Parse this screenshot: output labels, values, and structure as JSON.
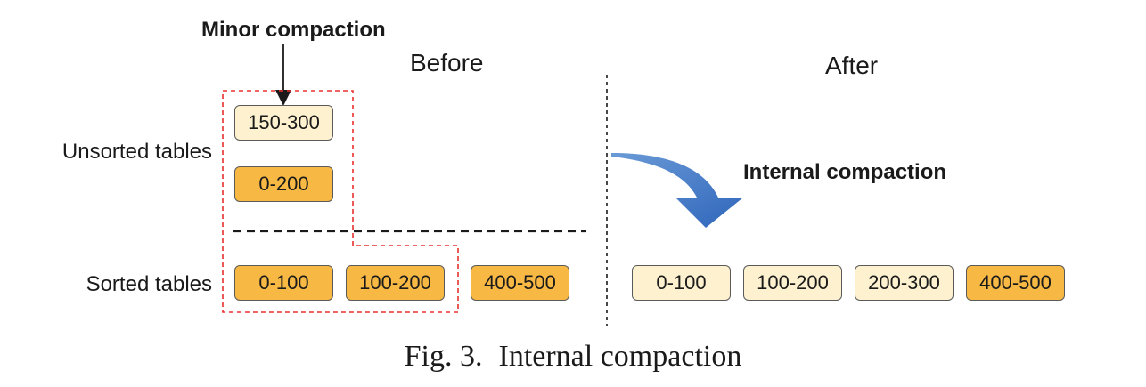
{
  "labels": {
    "minor_compaction": "Minor compaction",
    "before": "Before",
    "after": "After",
    "internal_compaction": "Internal compaction",
    "unsorted_tables": "Unsorted tables",
    "sorted_tables": "Sorted tables"
  },
  "before": {
    "unsorted": [
      "150-300",
      "0-200"
    ],
    "sorted": [
      "0-100",
      "100-200",
      "400-500"
    ]
  },
  "after": {
    "sorted": [
      "0-100",
      "100-200",
      "200-300",
      "400-500"
    ]
  },
  "caption": {
    "prefix": "Fig. 3.",
    "text": "Internal compaction"
  },
  "colors": {
    "light_box": "#fdf1cf",
    "dark_box": "#f7b844",
    "dashed_region": "#e8322f",
    "arrow": "#3a74c4"
  }
}
